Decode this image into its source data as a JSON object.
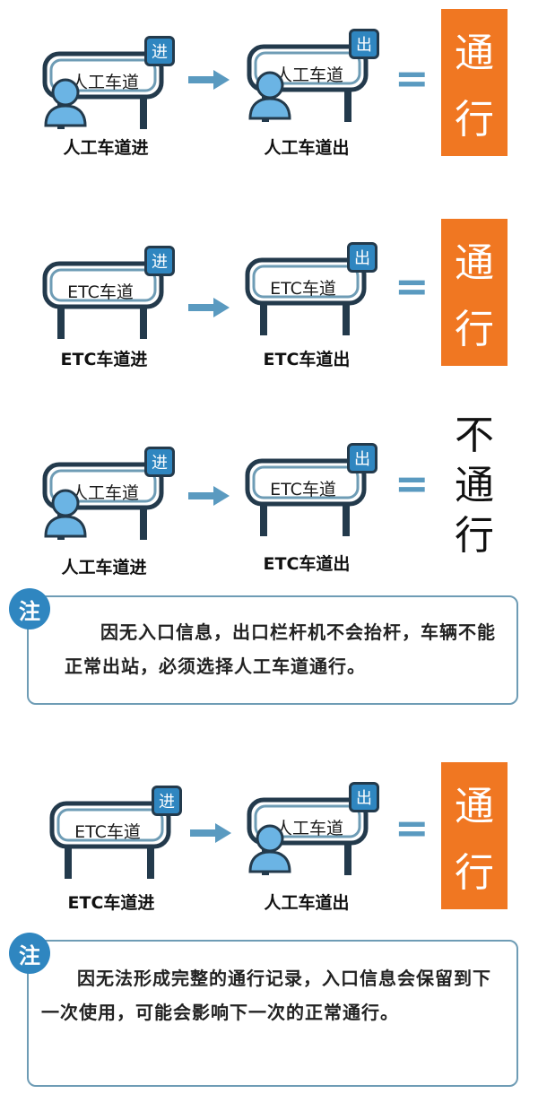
{
  "rows": [
    {
      "entry": {
        "sign": "人工车道",
        "badge": "进",
        "caption": "人工车道进"
      },
      "exit": {
        "sign": "人工车道",
        "badge": "出",
        "caption": "人工车道出"
      },
      "equals": "=",
      "result": [
        "通",
        "行"
      ]
    },
    {
      "entry": {
        "sign": "ETC车道",
        "badge": "进",
        "caption": "ETC车道进"
      },
      "exit": {
        "sign": "ETC车道",
        "badge": "出",
        "caption": "ETC车道出"
      },
      "equals": "=",
      "result": [
        "通",
        "行"
      ]
    },
    {
      "entry": {
        "sign": "人工车道",
        "badge": "进",
        "caption": "人工车道进"
      },
      "exit": {
        "sign": "ETC车道",
        "badge": "出",
        "caption": "ETC车道出"
      },
      "equals": "=",
      "result": [
        "不",
        "通",
        "行"
      ]
    },
    {
      "entry": {
        "sign": "ETC车道",
        "badge": "进",
        "caption": "ETC车道进"
      },
      "exit": {
        "sign": "人工车道",
        "badge": "出",
        "caption": "人工车道出"
      },
      "equals": "=",
      "result": [
        "通",
        "行"
      ]
    }
  ],
  "notes": [
    {
      "badge": "注",
      "text": "因无入口信息，出口栏杆机不会抬杆，车辆不能正常出站，必须选择人工车道通行。"
    },
    {
      "badge": "注",
      "text": "因无法形成完整的通行记录，入口信息会保留到下一次使用，可能会影响下一次的正常通行。"
    }
  ],
  "colors": {
    "accent_blue": "#2f86c0",
    "dark_outline": "#233a4c",
    "result_orange": "#f07722",
    "note_border": "#6e9cb5"
  },
  "icons": {
    "person": "person-icon",
    "arrow": "arrow-right-icon"
  }
}
